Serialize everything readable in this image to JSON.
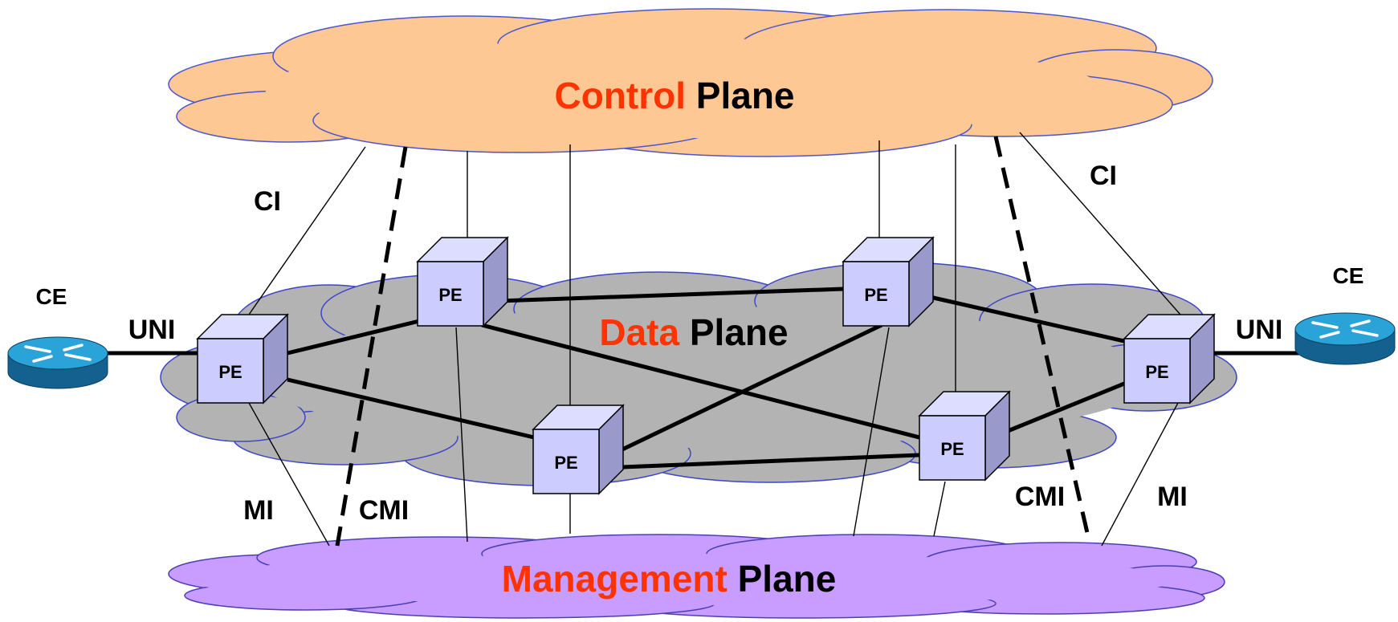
{
  "planes": {
    "control": {
      "accent": "Control",
      "rest": "Plane"
    },
    "data": {
      "accent": "Data",
      "rest": "Plane"
    },
    "management": {
      "accent": "Management",
      "rest": "Plane"
    }
  },
  "devices": {
    "pe_label": "PE",
    "ce_label": "CE"
  },
  "interfaces": {
    "ci": "CI",
    "uni": "UNI",
    "mi": "MI",
    "cmi": "CMI"
  },
  "colors": {
    "control_cloud": "#fec895",
    "data_cloud": "#b3b3b3",
    "management_cloud": "#c99cff",
    "accent_text": "#ff3300",
    "pe_front": "#ccccff",
    "pe_side": "#9999cc",
    "router_body": "#1f8fc4"
  }
}
